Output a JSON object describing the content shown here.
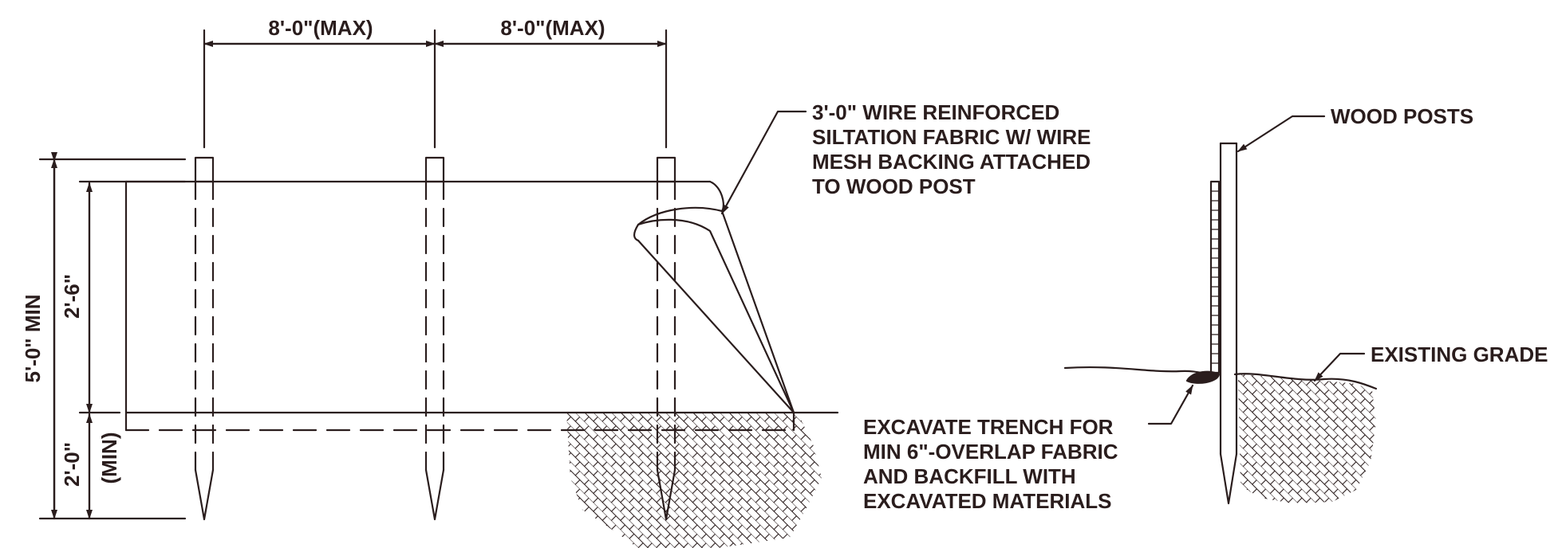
{
  "dimensions": {
    "post_spacing_1": "8'-0\"(MAX)",
    "post_spacing_2": "8'-0\"(MAX)",
    "total_height": "5'-0\" MIN",
    "fabric_height": "2'-6\"",
    "embed_depth": "2'-0\"",
    "embed_depth_note": "(MIN)"
  },
  "callouts": {
    "fabric": [
      "3'-0\" WIRE REINFORCED",
      "SILTATION FABRIC W/ WIRE",
      "MESH BACKING ATTACHED",
      "TO WOOD POST"
    ],
    "wood_posts": "WOOD POSTS",
    "existing_grade": "EXISTING GRADE",
    "trench": [
      "EXCAVATE TRENCH FOR",
      "MIN 6\"-OVERLAP FABRIC",
      "AND BACKFILL WITH",
      "EXCAVATED MATERIALS"
    ]
  },
  "colors": {
    "ink": "#2a1d1d",
    "paper": "#ffffff"
  }
}
